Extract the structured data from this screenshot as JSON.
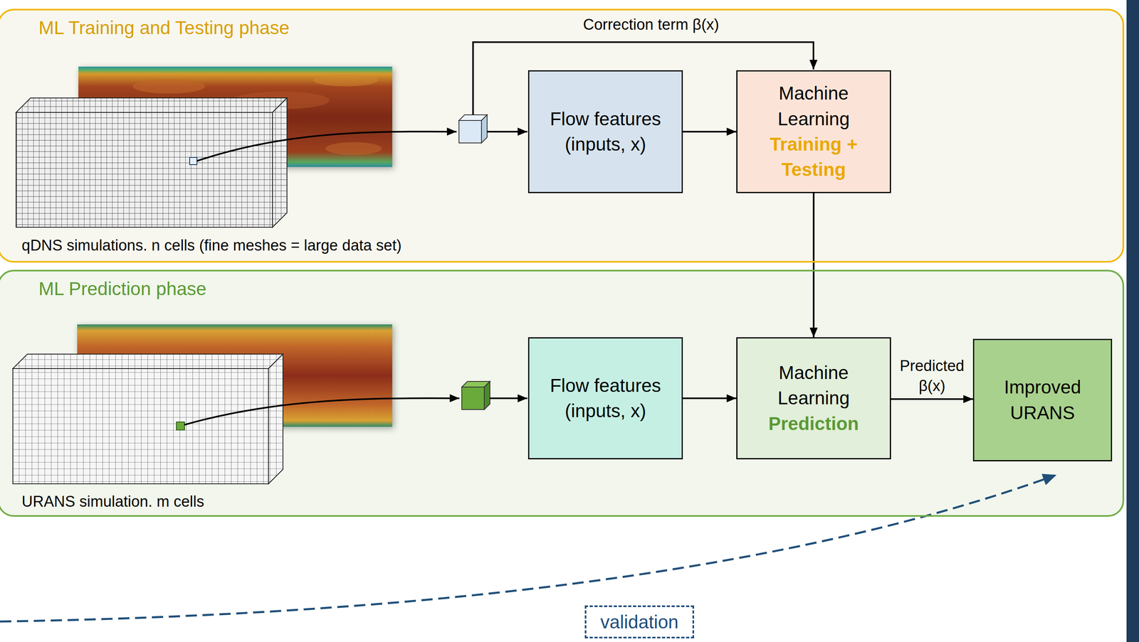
{
  "diagram": {
    "nodes": [
      {
        "text": [
          "ML Training and Testing phase"
        ]
      },
      {
        "text": [
          "Flow features (inputs, x)"
        ],
        "in": 0
      },
      {
        "text": [
          "Machine Learning",
          "Training + Testing"
        ],
        "in": 0
      },
      {
        "text": [
          "ML Prediction phase"
        ]
      },
      {
        "text": [
          "Flow features (inputs, x)"
        ],
        "in": 3
      },
      {
        "text": [
          "Machine Learning",
          "Prediction"
        ],
        "in": 3
      },
      {
        "text": [
          "Improved URANS"
        ],
        "in": 3
      },
      {
        "text": [
          "validation"
        ]
      }
    ],
    "edges": [
      {
        "from": 1,
        "to": 2,
        "arrow": "to"
      },
      {
        "from": 2,
        "to": 5,
        "arrow": "to"
      },
      {
        "from": 4,
        "to": 5,
        "arrow": "to"
      },
      {
        "from": 5,
        "to": 6,
        "label": "Predicted β(x)",
        "arrow": "to"
      }
    ],
    "labels": [
      "Correction term β(x)",
      "qDNS simulations. n cells (fine meshes = large data set)",
      "URANS simulation. m cells"
    ]
  }
}
